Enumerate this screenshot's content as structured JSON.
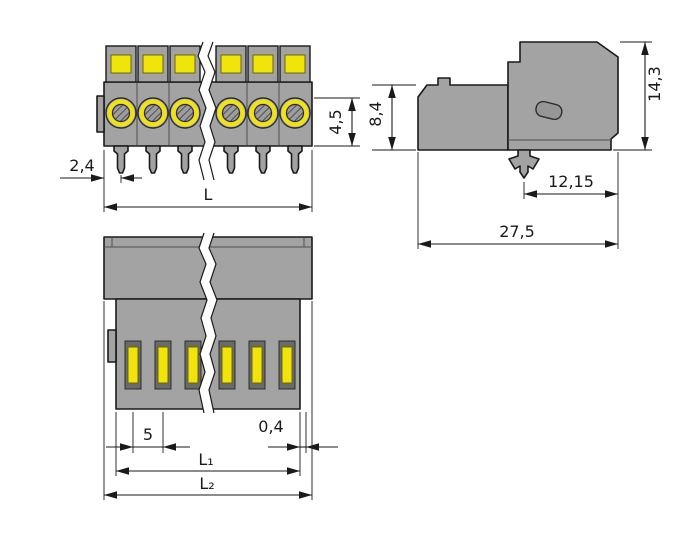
{
  "drawing": {
    "dimensions": {
      "pin_offset": "2,4",
      "pin_length": "4,5",
      "length_total": "L",
      "housing_height": "8,4",
      "height_total": "14,3",
      "latch_to_front_edge": "12,15",
      "depth_total": "27,5",
      "pole_pitch": "5",
      "edge_gap": "0,4",
      "length_l1": "L₁",
      "length_l2": "L₂"
    }
  },
  "colors": {
    "body_gray": "#a3a3a3",
    "accent_yellow": "#f0e40c",
    "line": "#1a1a1a"
  }
}
